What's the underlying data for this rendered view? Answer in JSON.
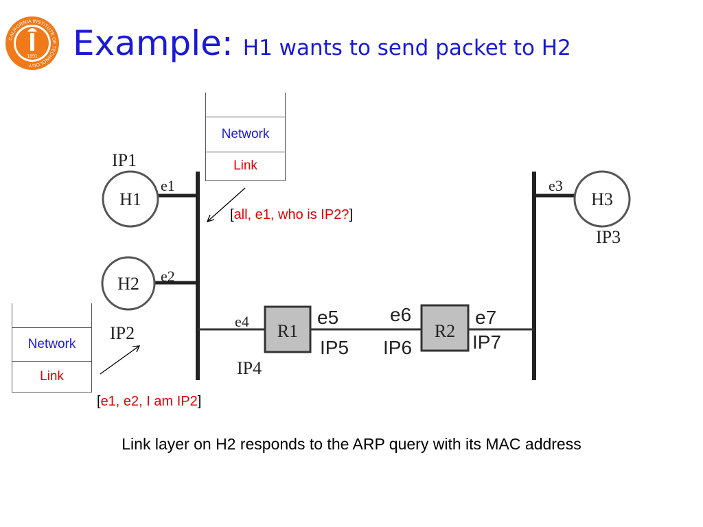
{
  "logo": {
    "text_top": "CALIFORNIA INSTITUTE OF TECHNOLOGY",
    "year": "1891"
  },
  "title": {
    "main": "Example:",
    "sub": "H1 wants to send packet to H2"
  },
  "stack_top": {
    "network": "Network",
    "link": "Link"
  },
  "stack_bottom": {
    "network": "Network",
    "link": "Link"
  },
  "query": {
    "open": "[",
    "text": "all, e1, who is IP2?",
    "close": "]"
  },
  "reply": {
    "open": "[",
    "text": "e1, e2, I am IP2",
    "close": "]"
  },
  "hosts": {
    "h1": {
      "name": "H1",
      "ip": "IP1",
      "iface": "e1"
    },
    "h2": {
      "name": "H2",
      "ip": "IP2",
      "iface": "e2"
    },
    "h3": {
      "name": "H3",
      "ip": "IP3",
      "iface": "e3"
    }
  },
  "routers": {
    "r1": {
      "name": "R1",
      "left_iface": "e4",
      "left_ip": "IP4",
      "right_iface": "e5",
      "right_ip": "IP5"
    },
    "r2": {
      "name": "R2",
      "left_iface": "e6",
      "left_ip": "IP6",
      "right_iface": "e7",
      "right_ip": "IP7"
    }
  },
  "caption": "Link layer on H2 responds to the ARP query with its MAC address",
  "colors": {
    "title": "#1a1ad6",
    "highlight": "#e00000",
    "logo": "#f07a1a",
    "router_fill": "#c0c0c0"
  }
}
